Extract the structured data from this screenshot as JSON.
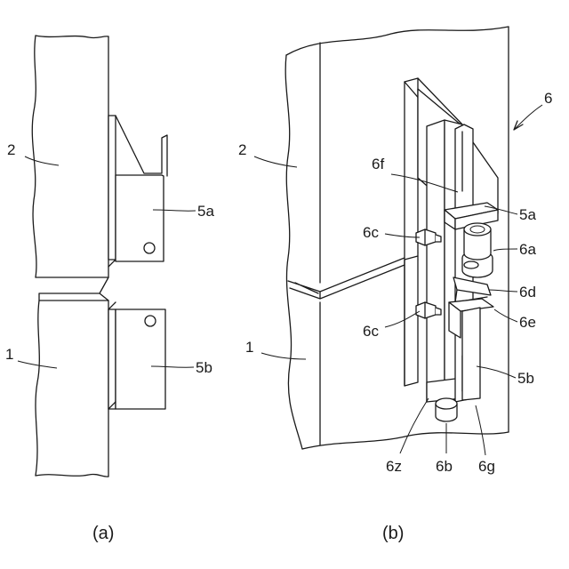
{
  "figure_a": {
    "caption": "(a)",
    "labels": {
      "l2": "2",
      "l5a": "5a",
      "l1": "1",
      "l5b": "5b"
    }
  },
  "figure_b": {
    "caption": "(b)",
    "labels": {
      "l6": "6",
      "l2": "2",
      "l6f": "6f",
      "l5a": "5a",
      "l6c_top": "6c",
      "l6a": "6a",
      "l6d": "6d",
      "l6e": "6e",
      "l6c_bottom": "6c",
      "l1": "1",
      "l5b": "5b",
      "l6z": "6z",
      "l6b": "6b",
      "l6g": "6g"
    }
  }
}
